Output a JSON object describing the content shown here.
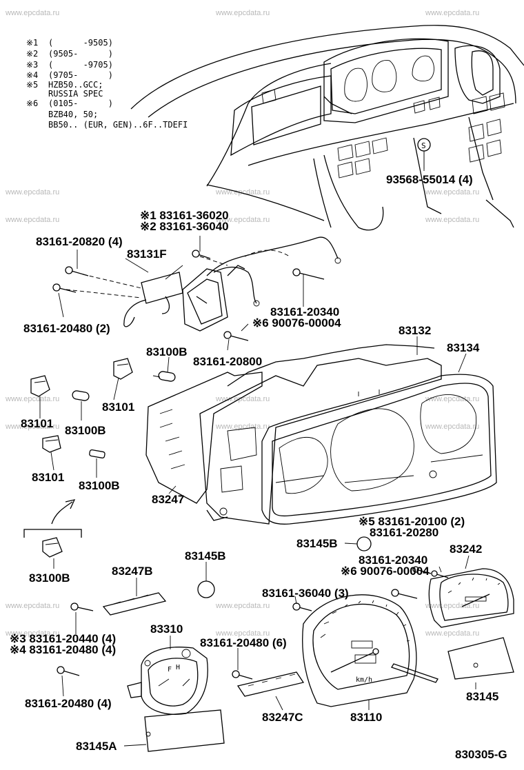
{
  "watermark": "www.epcdata.ru",
  "notes": [
    {
      "mark": "※1",
      "text": "(      -9505)"
    },
    {
      "mark": "※2",
      "text": "(9505-      )"
    },
    {
      "mark": "※3",
      "text": "(      -9705)"
    },
    {
      "mark": "※4",
      "text": "(9705-      )"
    },
    {
      "mark": "※5",
      "text": "HZB50..GCC;"
    },
    {
      "mark": "",
      "text": "RUSSIA SPEC"
    },
    {
      "mark": "※6",
      "text": "(0105-      )"
    },
    {
      "mark": "",
      "text": "BZB40, 50;"
    },
    {
      "mark": "",
      "text": "BB50.. (EUR, GEN)..6F..TDEFI"
    }
  ],
  "callout_symbol": "S",
  "labels": {
    "p93568": "93568-55014 (4)",
    "p36020": "※1 83161-36020",
    "p36040": "※2 83161-36040",
    "p20820": "83161-20820 (4)",
    "p83131F": "83131F",
    "p20340a": "83161-20340",
    "p90076a": "※6 90076-00004",
    "p20480_2": "83161-20480 (2)",
    "p20800": "83161-20800",
    "p83100B_top": "83100B",
    "p83132": "83132",
    "p83134": "83134",
    "p83101_a": "83101",
    "p83101_b": "83101",
    "p83100B_b": "83100B",
    "p83101_c": "83101",
    "p83100B_c": "83100B",
    "p83247": "83247",
    "p20100": "※5 83161-20100 (2)",
    "p20280": "83161-20280",
    "p83145B_a": "83145B",
    "p83242": "83242",
    "p83145B_b": "83145B",
    "p20340b": "83161-20340",
    "p90076b": "※6 90076-00004",
    "p83100B_d": "83100B",
    "p83247B": "83247B",
    "p36040_3": "83161-36040 (3)",
    "p20440": "※3 83161-20440 (4)",
    "p20480_4a": "※4 83161-20480 (4)",
    "p83310": "83310",
    "p20480_6": "83161-20480 (6)",
    "p20480_4b": "83161-20480 (4)",
    "p83145": "83145",
    "p83247C": "83247C",
    "p83110": "83110",
    "p83145A": "83145A",
    "diagram_code": "830305-G",
    "gauge_unit": "km/h",
    "fuel_f": "F",
    "temp_h": "H"
  }
}
